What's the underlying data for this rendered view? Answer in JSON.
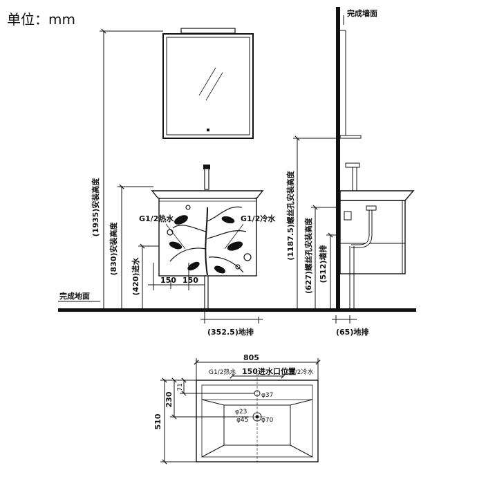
{
  "unit_label": "单位：mm",
  "elevation_front": {
    "floor_label": "完成地面",
    "dims": {
      "total_height": "(1935)安装高度",
      "basin_height": "(830)安装高度",
      "inlet_height": "(420)进水",
      "offset_left": "150",
      "offset_right": "150",
      "drain": "(352.5)地排"
    },
    "callouts": {
      "hot": "G1/2热水",
      "cold": "G1/2冷水"
    }
  },
  "elevation_side": {
    "wall_label": "完成墙面",
    "dims": {
      "bolt_high": "(1187.5)螺丝孔安装高度",
      "bolt_low": "(627)螺丝孔安装高度",
      "wall_drain": "(512)墙排",
      "floor_drain": "(65)地排"
    }
  },
  "plan": {
    "width": "805",
    "depth": "510",
    "dim_230": "230",
    "dim_71": "71",
    "hot": "G1/2热水",
    "center": "150进水口位置",
    "cold": "G1/2冷水",
    "d37": "φ37",
    "d23": "φ23",
    "d45": "φ45",
    "d70": "φ70"
  }
}
